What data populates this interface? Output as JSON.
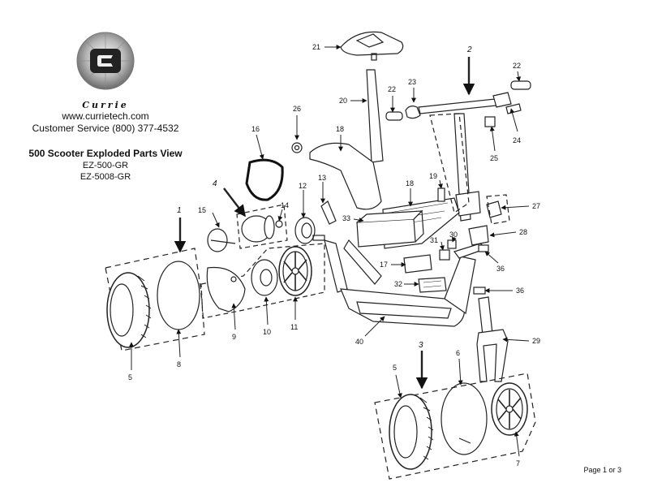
{
  "header": {
    "brand": "Currie",
    "website": "www.currietech.com",
    "phone": "Customer Service (800) 377-4532",
    "title": "500 Scooter Exploded Parts View",
    "model_1": "EZ-500-GR",
    "model_2": "EZ-5008-GR"
  },
  "footer": {
    "page": "Page 1 or 3"
  },
  "parts": {
    "p21": "21",
    "p2": "2",
    "p22a": "22",
    "p22b": "22",
    "p23": "23",
    "p20": "20",
    "p26": "26",
    "p16": "16",
    "p18a": "18",
    "p18b": "18",
    "p19": "19",
    "p13": "13",
    "p12": "12",
    "p4": "4",
    "p14": "14",
    "p15": "15",
    "p1": "1",
    "p33": "33",
    "p27": "27",
    "p28": "28",
    "p30": "30",
    "p31": "31",
    "p17": "17",
    "p32": "32",
    "p36a": "36",
    "p36b": "36",
    "p9": "9",
    "p10": "10",
    "p11": "11",
    "p8": "8",
    "p5a": "5",
    "p5b": "5",
    "p40": "40",
    "p29": "29",
    "p3": "3",
    "p6": "6",
    "p7": "7",
    "p24": "24",
    "p25": "25"
  }
}
